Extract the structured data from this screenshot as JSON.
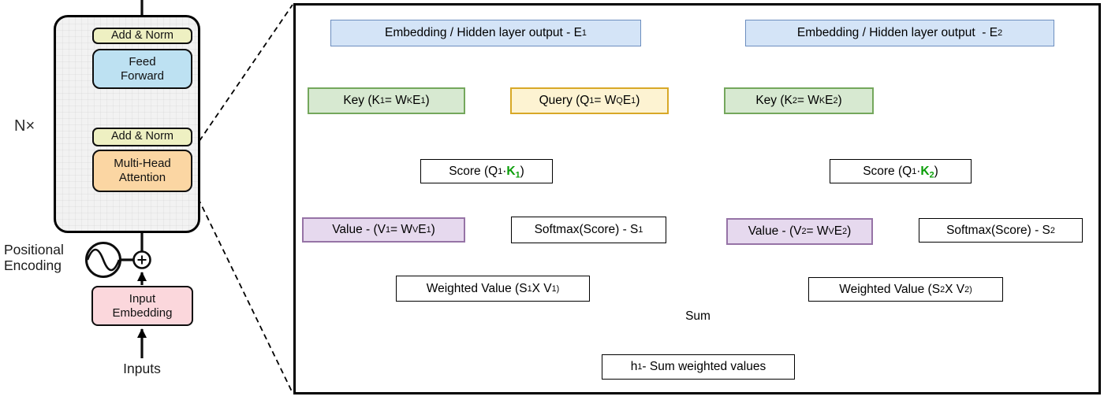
{
  "colors": {
    "blue_fill": "#d4e4f7",
    "blue_stroke": "#6c8ebf",
    "green_fill": "#d7e9d1",
    "green_stroke": "#74a75c",
    "yellow_fill": "#fdf3d2",
    "yellow_stroke": "#d8a827",
    "purple_fill": "#e6d9ee",
    "purple_stroke": "#9673a6",
    "k_green": "#0a9e08",
    "addnorm_fill": "#eef0c2",
    "ff_fill": "#bde1f2",
    "mha_fill": "#fbd6a3",
    "embed_fill": "#fbd7dc",
    "outer_fill": "#f2f2f2",
    "line": "#000000"
  },
  "left_diagram": {
    "n_label": "N×",
    "positional_encoding_label": "Positional\nEncoding",
    "inputs_label": "Inputs",
    "add_norm_top": "Add & Norm",
    "feed_forward": "Feed\nForward",
    "add_norm_bottom": "Add & Norm",
    "multi_head_attention": "Multi-Head\nAttention",
    "input_embedding": "Input\nEmbedding"
  },
  "attention_panel": {
    "sum_label": "Sum",
    "nodes": {
      "e1": {
        "label": "Embedding / Hidden layer output - E_{1}"
      },
      "e2": {
        "label": "Embedding / Hidden layer output  - E_{2}"
      },
      "key1": {
        "label": "Key (K_{1} = W^{K}E_{1})"
      },
      "query1": {
        "label": "Query (Q_{1} = W^{Q}E_{1})"
      },
      "key2": {
        "label": "Key (K_{2} = W^{K}E_{2})"
      },
      "score1": {
        "label": "Score (Q_{1} · **K_{1}**)"
      },
      "score2": {
        "label": "Score (Q_{1} · **K_{2}**)"
      },
      "value1": {
        "label": "Value - (V_{1} = W^{V}E_{1})"
      },
      "softmax1": {
        "label": "Softmax(Score) - S_{1}"
      },
      "value2": {
        "label": "Value - (V_{2} = W^{V}E_{2})"
      },
      "softmax2": {
        "label": "Softmax(Score) - S_{2}"
      },
      "wv1": {
        "label": "Weighted Value (S_{1} X V_{1)}"
      },
      "wv2": {
        "label": "Weighted Value (S_{2} X V_{2)}"
      },
      "h1": {
        "label": "h_{1} - Sum weighted values"
      }
    }
  }
}
